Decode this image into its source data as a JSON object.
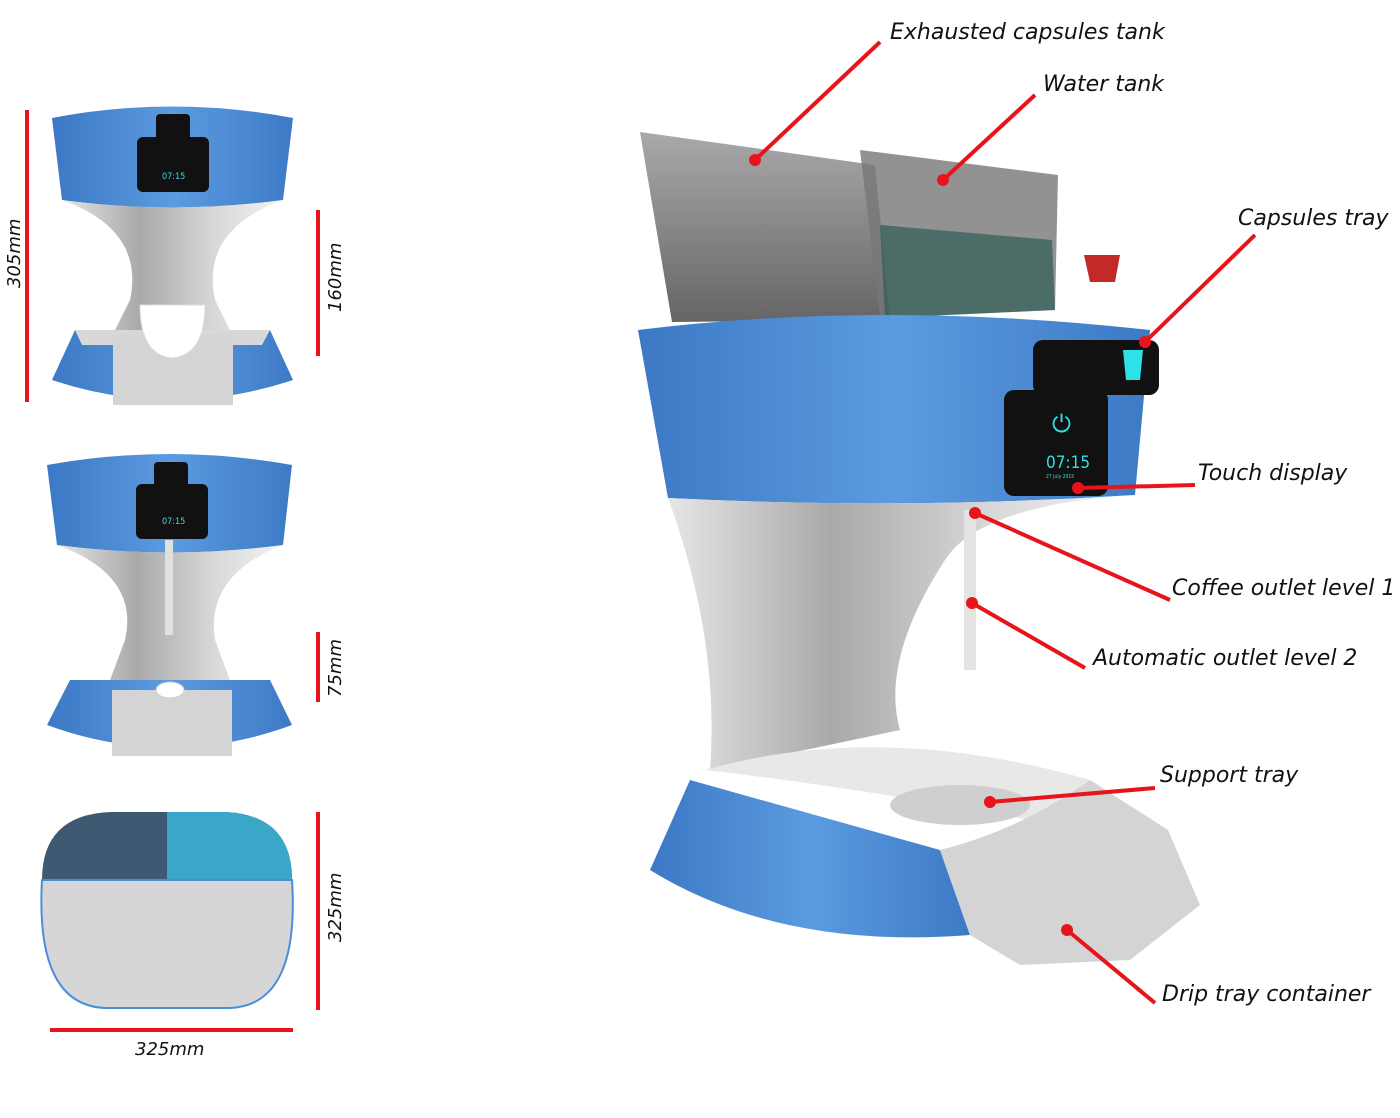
{
  "title": "Capsule coffee machine – components and dimensions",
  "callouts": [
    {
      "id": "exhausted-capsules-tank",
      "label": "Exhausted capsules tank"
    },
    {
      "id": "water-tank",
      "label": "Water tank"
    },
    {
      "id": "capsules-tray",
      "label": "Capsules tray"
    },
    {
      "id": "touch-display",
      "label": "Touch display"
    },
    {
      "id": "coffee-outlet-level-1",
      "label": "Coffee outlet level 1"
    },
    {
      "id": "automatic-outlet-level-2",
      "label": "Automatic outlet level 2"
    },
    {
      "id": "support-tray",
      "label": "Support tray"
    },
    {
      "id": "drip-tray-container",
      "label": "Drip tray container"
    }
  ],
  "dimensions": {
    "total_height": "305mm",
    "outlet_height_level1": "160mm",
    "outlet_height_level2": "75mm",
    "depth": "325mm",
    "width": "325mm"
  },
  "display": {
    "time": "07:15",
    "date": "27 July 2015"
  },
  "colors": {
    "body_blue": "#4a8fd6",
    "callout_red": "#e8141b",
    "display_cyan": "#2fe0e6",
    "steel": "#c8c8c8"
  }
}
